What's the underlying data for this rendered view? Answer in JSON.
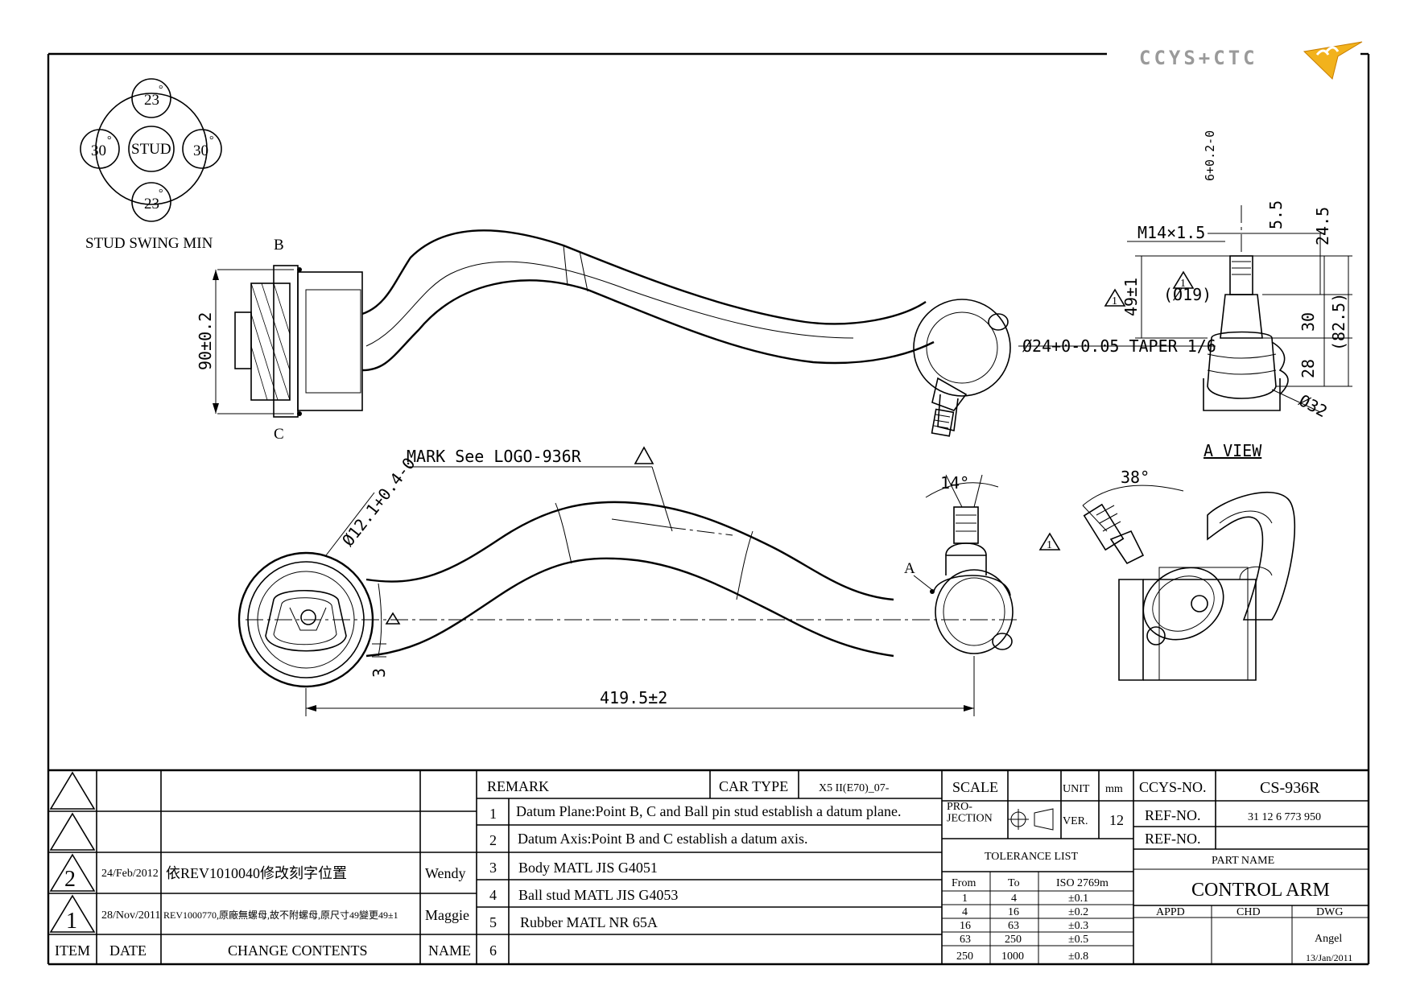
{
  "logo": {
    "text": "CCYS+CTC"
  },
  "stud_swing": {
    "top": "23",
    "bottom": "23",
    "left": "30",
    "right": "30",
    "center": "STUD",
    "degree": "°",
    "caption": "STUD SWING MIN"
  },
  "top_view": {
    "point_b": "B",
    "point_c": "C",
    "height_dim": "90±0.2"
  },
  "a_view": {
    "thread_tol": "6+0.2-0",
    "dim_55": "5.5",
    "dim_245": "24.5",
    "thread": "M14×1.5",
    "dim_49": "49±1",
    "dia_19": "(Ø19)",
    "dim_30": "30",
    "dim_825": "(82.5)",
    "taper": "Ø24+0-0.05  TAPER 1/6",
    "dim_28": "28",
    "dia_32": "Ø32",
    "caption": "A VIEW",
    "warn": "1"
  },
  "front_view": {
    "mark_note": "MARK See LOGO-936R",
    "bore": "Ø12.1+0.4-0",
    "angle": "14°",
    "point_a": "A",
    "dim_3": "3",
    "length": "419.5±2"
  },
  "iso_view": {
    "angle": "38°"
  },
  "warning_mark": "1",
  "revision": {
    "rows": [
      {
        "item": "",
        "date": "",
        "change": "",
        "name": ""
      },
      {
        "item": "",
        "date": "",
        "change": "",
        "name": ""
      },
      {
        "item": "2",
        "date": "24/Feb/2012",
        "change": "依REV1010040修改刻字位置",
        "name": "Wendy"
      },
      {
        "item": "1",
        "date": "28/Nov/2011",
        "change": "REV1000770,原廠無螺母,故不附螺母,原尺寸49變更49±1",
        "name": "Maggie"
      }
    ],
    "headers": {
      "item": "ITEM",
      "date": "DATE",
      "change": "CHANGE CONTENTS",
      "name": "NAME"
    }
  },
  "remarks": {
    "label": "REMARK",
    "car_type_label": "CAR TYPE",
    "car_type": "X5 II(E70)_07-",
    "items": [
      {
        "no": "1",
        "text": "Datum Plane:Point B, C and Ball pin stud establish a datum plane."
      },
      {
        "no": "2",
        "text": "Datum Axis:Point B and C establish a datum axis."
      },
      {
        "no": "3",
        "text": "Body MATL JIS G4051"
      },
      {
        "no": "4",
        "text": "Ball stud MATL JIS G4053"
      },
      {
        "no": "5",
        "text": "Rubber MATL NR 65A"
      },
      {
        "no": "6",
        "text": ""
      }
    ]
  },
  "spec": {
    "scale_label": "SCALE",
    "scale": "",
    "unit_label": "UNIT",
    "unit": "mm",
    "projection_label": "PRO-\nJECTION",
    "ver_label": "VER.",
    "ver": "12",
    "tolerance_title": "TOLERANCE LIST",
    "tol_headers": {
      "from": "From",
      "to": "To",
      "iso": "ISO 2769m"
    },
    "tolerances": [
      {
        "from": "1",
        "to": "4",
        "tol": "±0.1"
      },
      {
        "from": "4",
        "to": "16",
        "tol": "±0.2"
      },
      {
        "from": "16",
        "to": "63",
        "tol": "±0.3"
      },
      {
        "from": "63",
        "to": "250",
        "tol": "±0.5"
      },
      {
        "from": "250",
        "to": "1000",
        "tol": "±0.8"
      }
    ]
  },
  "part": {
    "ccys_label": "CCYS-NO.",
    "ccys_no": "CS-936R",
    "ref_label": "REF-NO.",
    "ref_no": "31 12 6 773 950",
    "ref2_label": "REF-NO.",
    "ref2_no": "",
    "part_name_label": "PART NAME",
    "part_name": "CONTROL ARM",
    "appd_label": "APPD",
    "chd_label": "CHD",
    "dwg_label": "DWG",
    "drawn_by": "Angel",
    "drawn_date": "13/Jan/2011"
  }
}
